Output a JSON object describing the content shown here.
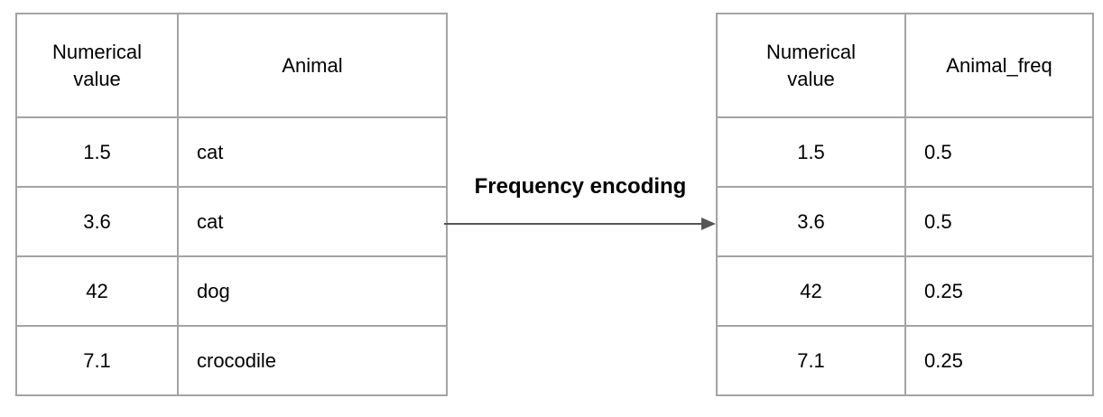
{
  "diagram": {
    "arrow_label": "Frequency encoding",
    "arrow_direction": "left-to-right"
  },
  "left_table": {
    "headers": [
      "Numerical value",
      "Animal"
    ],
    "rows": [
      [
        "1.5",
        "cat"
      ],
      [
        "3.6",
        "cat"
      ],
      [
        "42",
        "dog"
      ],
      [
        "7.1",
        "crocodile"
      ]
    ]
  },
  "right_table": {
    "headers": [
      "Numerical value",
      "Animal_freq"
    ],
    "rows": [
      [
        "1.5",
        "0.5"
      ],
      [
        "3.6",
        "0.5"
      ],
      [
        "42",
        "0.25"
      ],
      [
        "7.1",
        "0.25"
      ]
    ]
  },
  "colors": {
    "background": "#ffffff",
    "table_border": "#a3a3a3",
    "text": "#000000",
    "arrow": "#555555"
  }
}
